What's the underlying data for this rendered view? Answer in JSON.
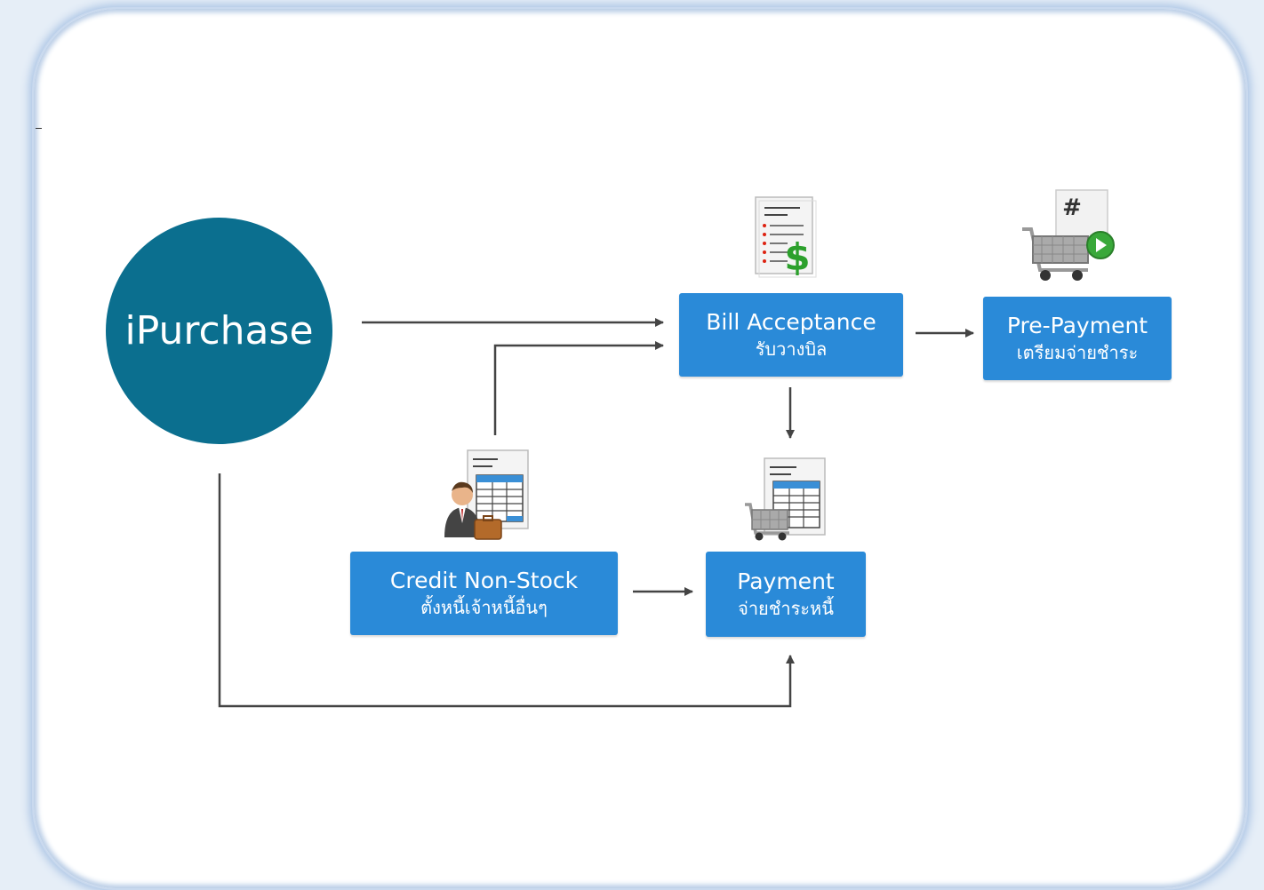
{
  "center": {
    "label": "iPurchase"
  },
  "nodes": {
    "bill_acceptance": {
      "en": "Bill Acceptance",
      "th": "รับวางบิล"
    },
    "pre_payment": {
      "en": "Pre-Payment",
      "th": "เตรียมจ่ายชำระ"
    },
    "credit_non_stock": {
      "en": "Credit Non-Stock",
      "th": "ตั้งหนี้เจ้าหนี้อื่นๆ"
    },
    "payment": {
      "en": "Payment",
      "th": "จ่ายชำระหนี้"
    }
  },
  "colors": {
    "circle": "#0b6f8f",
    "box": "#2a8ad8",
    "arrow": "#444444"
  },
  "icons": {
    "bill_acceptance": "invoice-dollar-icon",
    "pre_payment": "cart-hash-play-icon",
    "credit_non_stock": "businessman-document-icon",
    "payment": "cart-document-icon"
  }
}
